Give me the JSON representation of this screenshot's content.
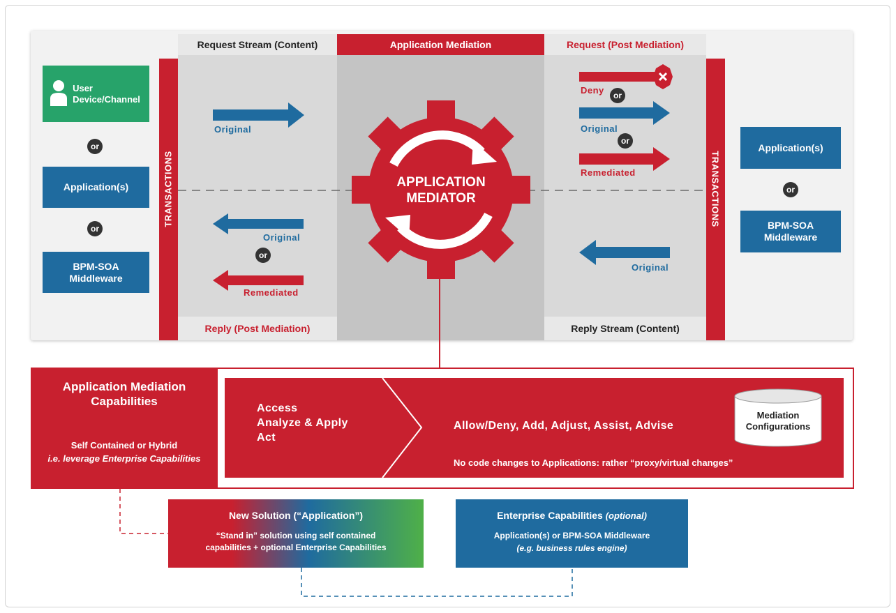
{
  "left_sources": {
    "user": "User\nDevice/Channel",
    "or1": "or",
    "applications": "Application(s)",
    "or2": "or",
    "bpm": "BPM-SOA\nMiddleware"
  },
  "right_targets": {
    "applications": "Application(s)",
    "or": "or",
    "bpm": "BPM-SOA\nMiddleware"
  },
  "transactions_label": "TRANSACTIONS",
  "headers": {
    "request_stream": "Request Stream (Content)",
    "app_mediation": "Application Mediation",
    "request_post": "Request (Post Mediation)",
    "reply_post": "Reply (Post Mediation)",
    "reply_stream": "Reply Stream (Content)"
  },
  "arrows": {
    "req_original": "Original",
    "reply_original": "Original",
    "reply_or": "or",
    "reply_remediated": "Remediated",
    "post_deny": "Deny",
    "post_or1": "or",
    "post_original": "Original",
    "post_or2": "or",
    "post_remediated": "Remediated",
    "stream_reply_original": "Original"
  },
  "mediator": "APPLICATION\nMEDIATOR",
  "capabilities": {
    "title": "Application Mediation\nCapabilities",
    "subtitle": "Self Contained or Hybrid",
    "subtitle_italic": "i.e. leverage Enterprise Capabilities",
    "steps": "Access\nAnalyze & Apply\nAct",
    "actions": "Allow/Deny, Add, Adjust, Assist, Advise",
    "note": "No code changes to Applications: rather “proxy/virtual changes”",
    "db_label": "Mediation\nConfigurations"
  },
  "new_solution": {
    "title": "New Solution (“Application”)",
    "body": "“Stand in” solution using self contained\ncapabilities + optional Enterprise Capabilities"
  },
  "enterprise": {
    "title": "Enterprise Capabilities",
    "title_optional": "(optional)",
    "body": "Application(s) or BPM-SOA Middleware",
    "body_italic": "(e.g. business rules engine)"
  },
  "colors": {
    "red": "#c8202f",
    "blue": "#1f6b9f",
    "green": "#27a36a",
    "gray_panel": "#f2f2f2"
  }
}
